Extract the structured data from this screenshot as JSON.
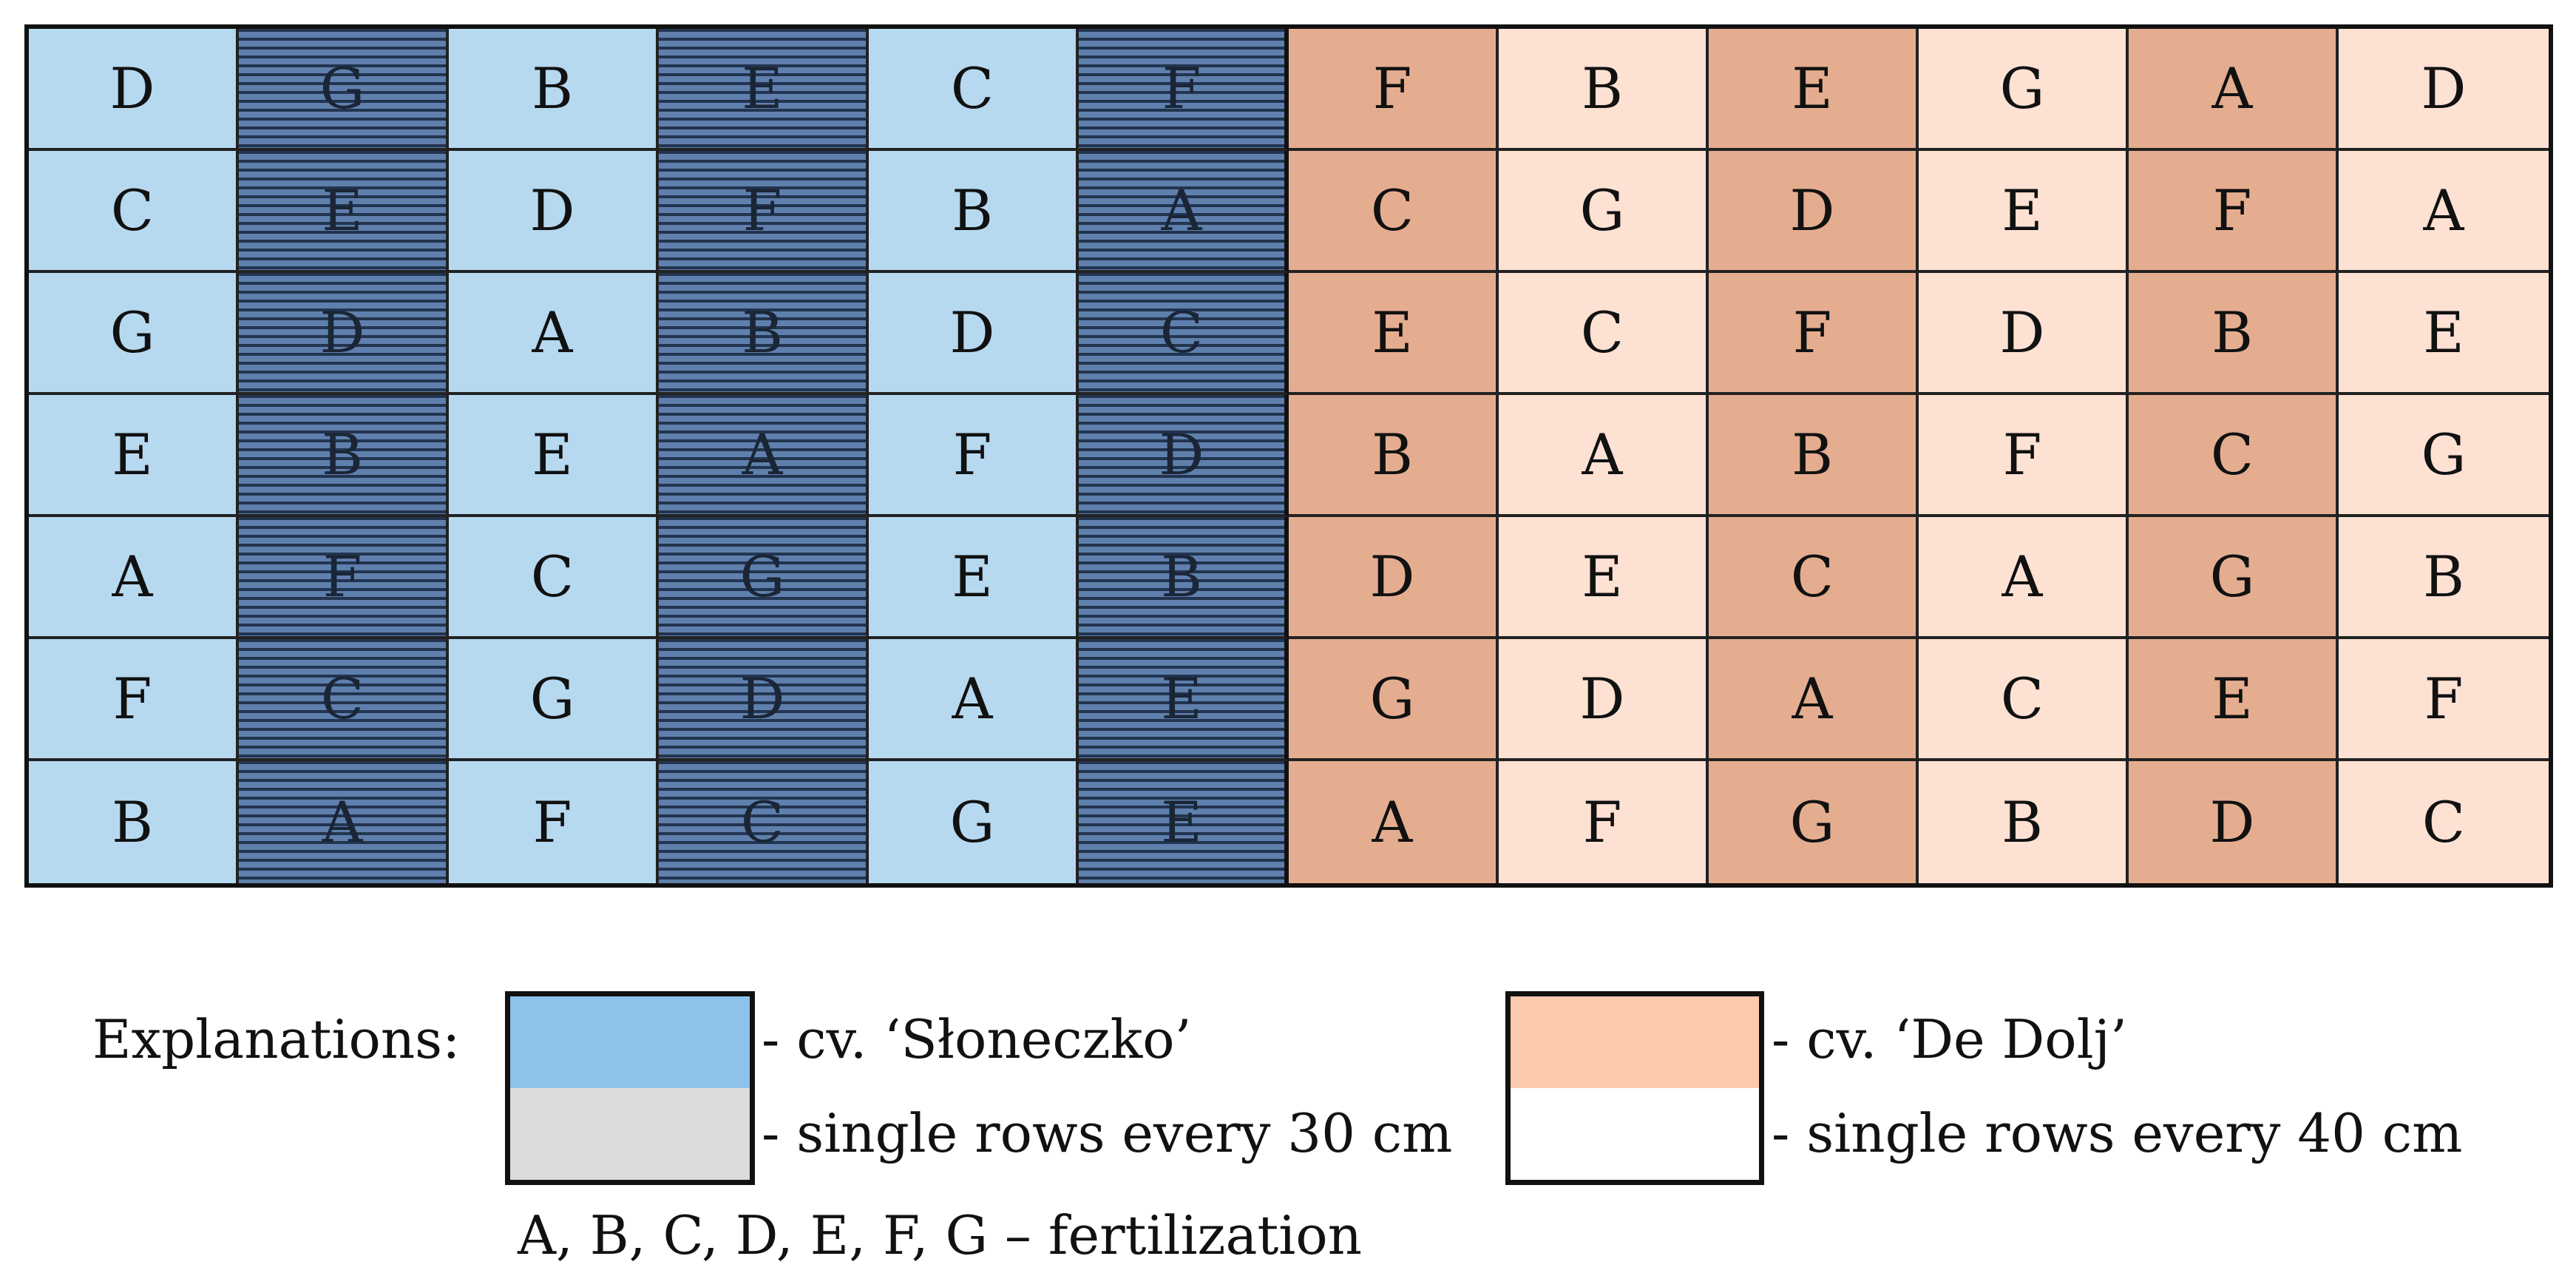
{
  "grid": {
    "column_fills": [
      "light-blue",
      "dark-blue",
      "light-blue",
      "dark-blue",
      "light-blue",
      "dark-blue",
      "dark-peach",
      "light-peach",
      "dark-peach",
      "light-peach",
      "dark-peach",
      "light-peach"
    ],
    "rows": [
      [
        "D",
        "G",
        "B",
        "E",
        "C",
        "F",
        "F",
        "B",
        "E",
        "G",
        "A",
        "D"
      ],
      [
        "C",
        "E",
        "D",
        "F",
        "B",
        "A",
        "C",
        "G",
        "D",
        "E",
        "F",
        "A"
      ],
      [
        "G",
        "D",
        "A",
        "B",
        "D",
        "C",
        "E",
        "C",
        "F",
        "D",
        "B",
        "E"
      ],
      [
        "E",
        "B",
        "E",
        "A",
        "F",
        "D",
        "B",
        "A",
        "B",
        "F",
        "C",
        "G"
      ],
      [
        "A",
        "F",
        "C",
        "G",
        "E",
        "B",
        "D",
        "E",
        "C",
        "A",
        "G",
        "B"
      ],
      [
        "F",
        "C",
        "G",
        "D",
        "A",
        "E",
        "G",
        "D",
        "A",
        "C",
        "E",
        "F"
      ],
      [
        "B",
        "A",
        "F",
        "C",
        "G",
        "E",
        "A",
        "F",
        "G",
        "B",
        "D",
        "C"
      ]
    ]
  },
  "legend": {
    "title": "Explanations:",
    "cv1": "- cv. ‘Słoneczko’",
    "spacing1": "- single rows every 30 cm",
    "cv2": "- cv. ‘De Dolj’",
    "spacing2": "- single rows every 40 cm",
    "footnote": "A, B, C, D, E, F, G – fertilization"
  },
  "colors": {
    "cv1_light": "#b6d9f0",
    "cv1_dark_hatched": "#5f80ad",
    "cv2_dark": "#e5ad90",
    "cv2_light": "#fde1d3",
    "legend_blue": "#8dc3e8",
    "legend_gray": "#dcdcdc",
    "legend_peach": "#fdc9ad",
    "legend_white": "#ffffff"
  }
}
